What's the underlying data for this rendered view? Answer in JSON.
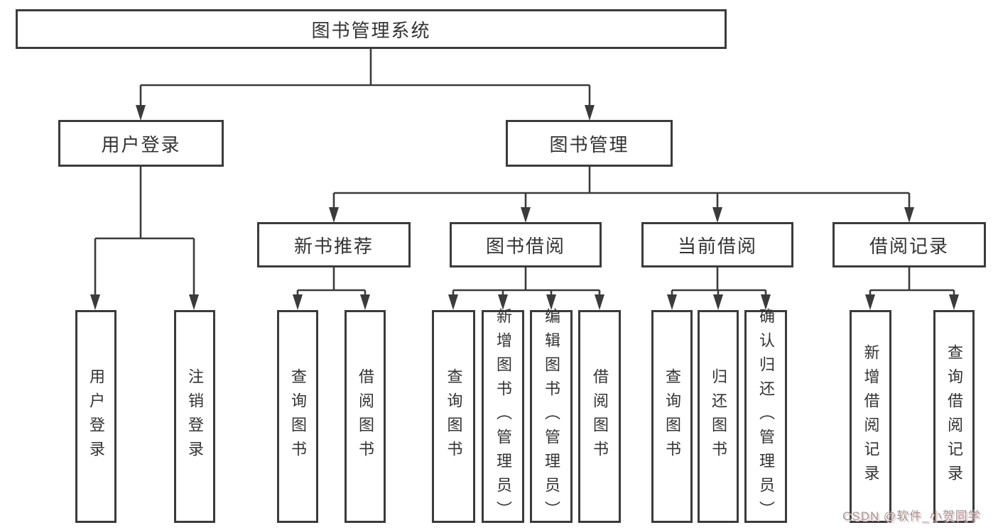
{
  "tree": {
    "root": {
      "label": "图书管理系统",
      "children": [
        {
          "label": "用户登录",
          "children": [
            {
              "label": "用户登录"
            },
            {
              "label": "注销登录"
            }
          ]
        },
        {
          "label": "图书管理",
          "children": [
            {
              "label": "新书推荐",
              "children": [
                {
                  "label": "查询图书"
                },
                {
                  "label": "借阅图书"
                }
              ]
            },
            {
              "label": "图书借阅",
              "children": [
                {
                  "label": "查询图书"
                },
                {
                  "label": "新增图书（管理员）"
                },
                {
                  "label": "编辑图书（管理员）"
                },
                {
                  "label": "借阅图书"
                }
              ]
            },
            {
              "label": "当前借阅",
              "children": [
                {
                  "label": "查询图书"
                },
                {
                  "label": "归还图书"
                },
                {
                  "label": "确认归还（管理员）"
                }
              ]
            },
            {
              "label": "借阅记录",
              "children": [
                {
                  "label": "新增借阅记录"
                },
                {
                  "label": "查询借阅记录"
                }
              ]
            }
          ]
        }
      ]
    }
  },
  "watermark": {
    "text": "CSDN @软件_小贺同学"
  },
  "colors": {
    "background": "#ffffff",
    "line": "#3b3b3b",
    "box_border": "#3b3b3b",
    "box_fill": "#ffffff",
    "text": "#333333",
    "watermark_text": "#9c9c9c",
    "watermark_shadow": "#f3c3ca"
  }
}
